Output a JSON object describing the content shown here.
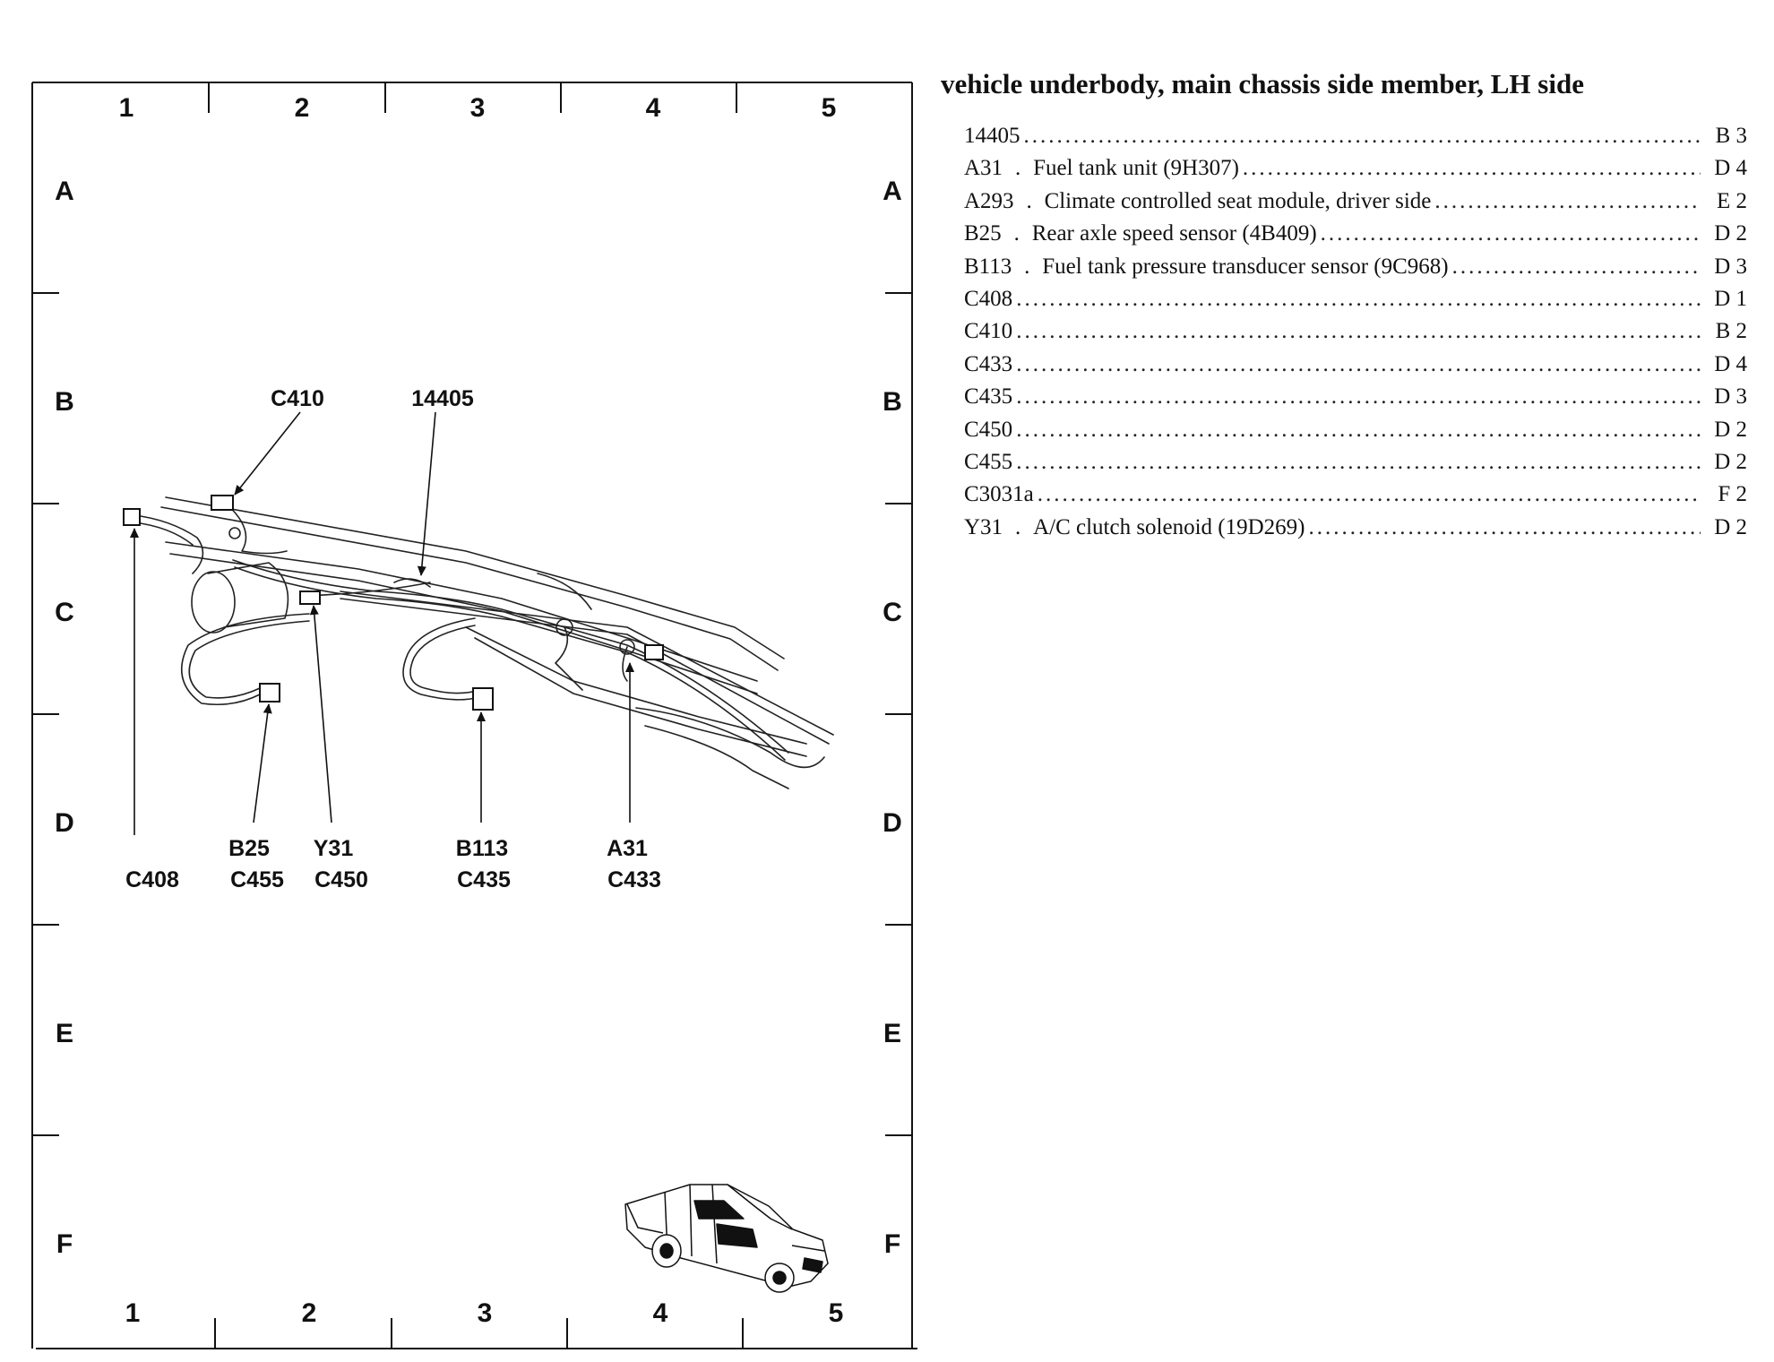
{
  "grid": {
    "columns": [
      "1",
      "2",
      "3",
      "4",
      "5"
    ],
    "rows": [
      "A",
      "B",
      "C",
      "D",
      "E",
      "F"
    ]
  },
  "callouts": [
    {
      "id": "c410",
      "text": "C410"
    },
    {
      "id": "h14405",
      "text": "14405"
    },
    {
      "id": "c408",
      "text": "C408"
    },
    {
      "id": "b25",
      "text": "B25"
    },
    {
      "id": "c455",
      "text": "C455"
    },
    {
      "id": "y31",
      "text": "Y31"
    },
    {
      "id": "c450",
      "text": "C450"
    },
    {
      "id": "b113",
      "text": "B113"
    },
    {
      "id": "c435",
      "text": "C435"
    },
    {
      "id": "a31",
      "text": "A31"
    },
    {
      "id": "c433",
      "text": "C433"
    }
  ],
  "legend": {
    "title": "vehicle underbody, main chassis side member, LH side",
    "items": [
      {
        "code": "14405",
        "desc": "",
        "location": "B 3"
      },
      {
        "code": "A31",
        "desc": "Fuel tank unit (9H307)",
        "location": "D 4"
      },
      {
        "code": "A293",
        "desc": "Climate controlled seat module, driver side",
        "location": "E 2"
      },
      {
        "code": "B25",
        "desc": "Rear axle speed sensor (4B409)",
        "location": "D 2"
      },
      {
        "code": "B113",
        "desc": "Fuel tank pressure transducer sensor (9C968)",
        "location": "D 3"
      },
      {
        "code": "C408",
        "desc": "",
        "location": "D 1"
      },
      {
        "code": "C410",
        "desc": "",
        "location": "B 2"
      },
      {
        "code": "C433",
        "desc": "",
        "location": "D 4"
      },
      {
        "code": "C435",
        "desc": "",
        "location": "D 3"
      },
      {
        "code": "C450",
        "desc": "",
        "location": "D 2"
      },
      {
        "code": "C455",
        "desc": "",
        "location": "D 2"
      },
      {
        "code": "C3031a",
        "desc": "",
        "location": "F 2"
      },
      {
        "code": "Y31",
        "desc": "A/C clutch solenoid (19D269)",
        "location": "D 2"
      }
    ]
  },
  "colors": {
    "ink": "#111111",
    "background": "#ffffff"
  },
  "icons": {
    "vehicle": "pickup-truck-icon"
  }
}
